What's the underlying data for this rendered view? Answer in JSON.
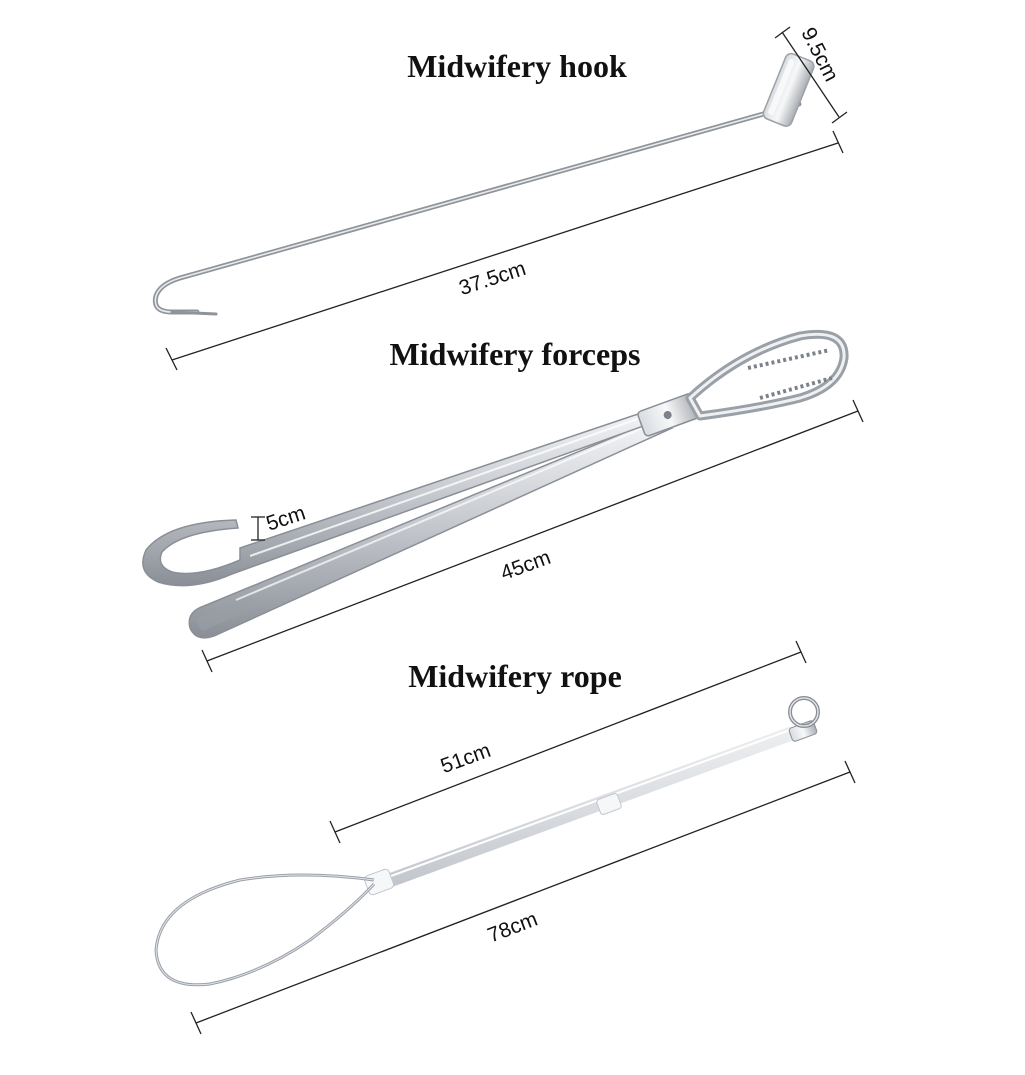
{
  "tools": [
    {
      "name": "Midwifery hook",
      "dimensions": [
        "9.5cm",
        "37.5cm"
      ]
    },
    {
      "name": "Midwifery forceps",
      "dimensions": [
        "5cm",
        "45cm"
      ]
    },
    {
      "name": "Midwifery rope",
      "dimensions": [
        "51cm",
        "78cm"
      ]
    }
  ],
  "colors": {
    "text": "#111111",
    "dimension_line": "#222222",
    "steel_light": "#f2f3f5",
    "steel_mid": "#b8bcc2",
    "steel_dark": "#7d828a",
    "rope_tube": "#eef0f3",
    "rope_wire": "#9aa0a8"
  }
}
